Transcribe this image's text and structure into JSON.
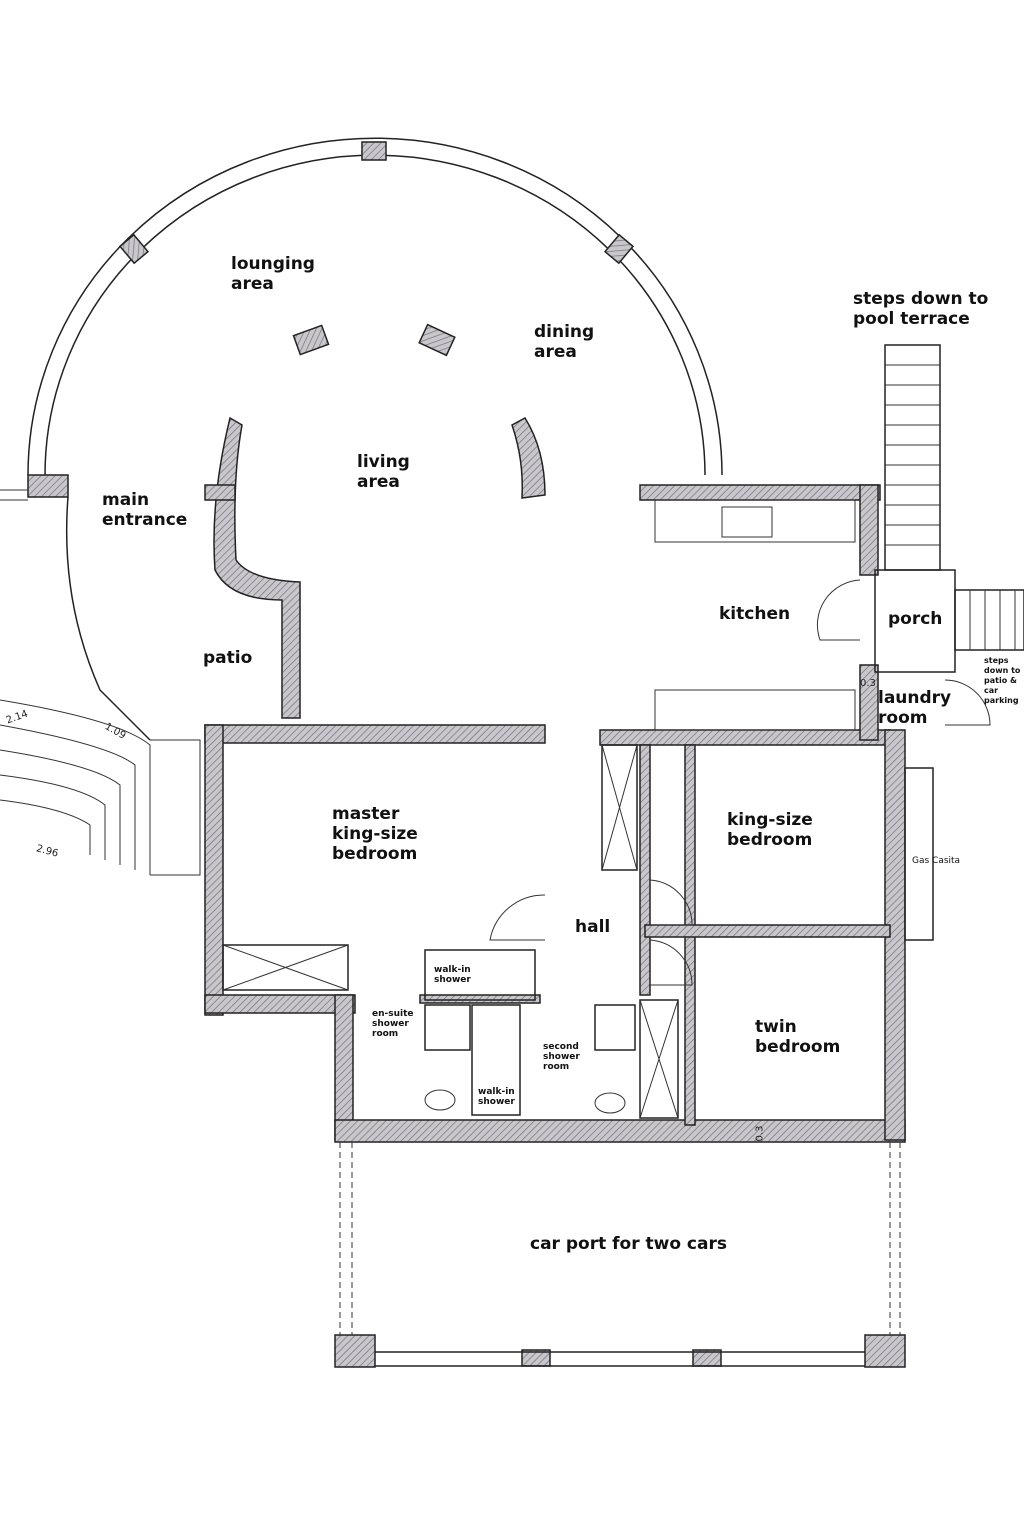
{
  "rooms": {
    "lounging_area": "lounging\narea",
    "dining_area": "dining\narea",
    "living_area": "living\narea",
    "main_entrance": "main\nentrance",
    "patio": "patio",
    "kitchen": "kitchen",
    "porch": "porch",
    "laundry_room": "laundry\nroom",
    "master_bedroom": "master\nking-size\nbedroom",
    "king_bedroom": "king-size\nbedroom",
    "hall": "hall",
    "twin_bedroom": "twin\nbedroom",
    "walk_in_shower_1": "walk-in\nshower",
    "walk_in_shower_2": "walk-in\nshower",
    "ensuite": "en-suite\nshower\nroom",
    "second_shower": "second\nshower\nroom",
    "car_port": "car port for two cars"
  },
  "annotations": {
    "steps_pool": "steps down to\npool terrace",
    "steps_patio": "steps down to\npatio &\ncar parking",
    "gas_casita": "Gas Casita"
  },
  "dimensions": {
    "d1": "2.14",
    "d2": "1.09",
    "d3": "2.96",
    "d4": "0.3",
    "d5": "0.3"
  }
}
